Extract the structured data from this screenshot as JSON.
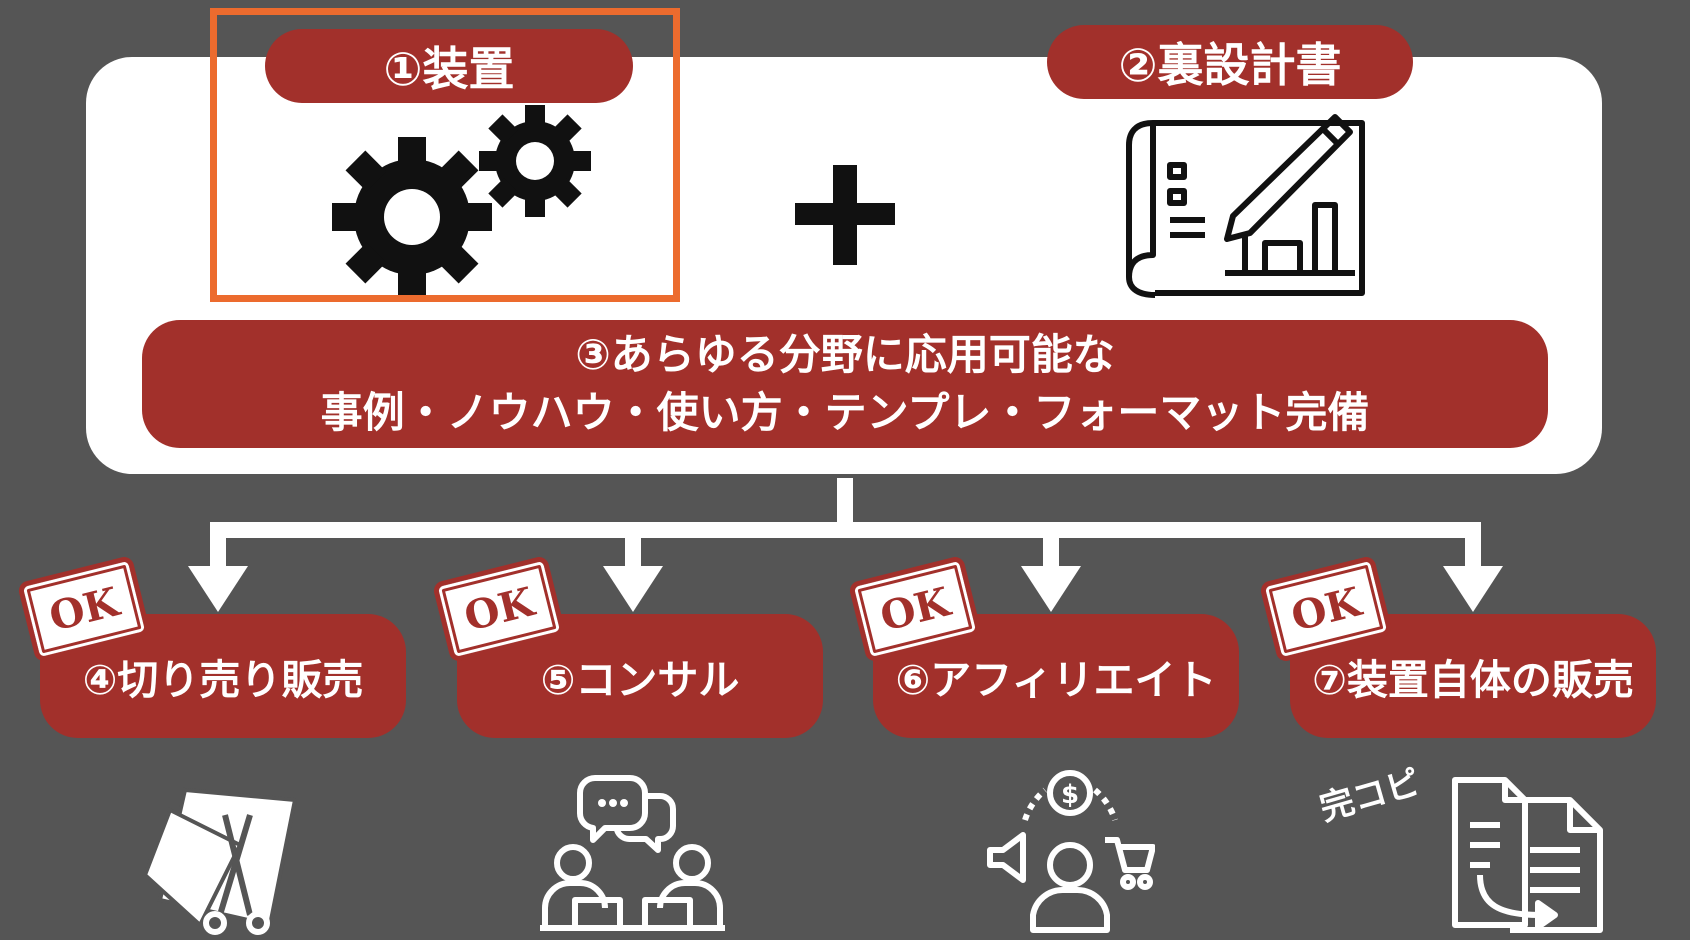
{
  "top": {
    "device_label": "①装置",
    "blueprint_label": "②裏設計書",
    "feature_line1": "③あらゆる分野に応用可能な",
    "feature_line2": "事例・ノウハウ・使い方・テンプレ・フォーマット完備"
  },
  "branches": [
    {
      "label": "④切り売り販売",
      "stamp": "OK",
      "icon": "scissors-cutting-paper-icon"
    },
    {
      "label": "⑤コンサル",
      "stamp": "OK",
      "icon": "consulting-conversation-icon"
    },
    {
      "label": "⑥アフィリエイト",
      "stamp": "OK",
      "icon": "affiliate-marketing-icon"
    },
    {
      "label": "⑦装置自体の販売",
      "stamp": "OK",
      "icon": "document-copy-icon"
    }
  ],
  "copy_caption": "完コピ",
  "colors": {
    "background": "#555555",
    "accent": "#a2302b",
    "highlight": "#ec6b2e",
    "panel": "#ffffff"
  }
}
